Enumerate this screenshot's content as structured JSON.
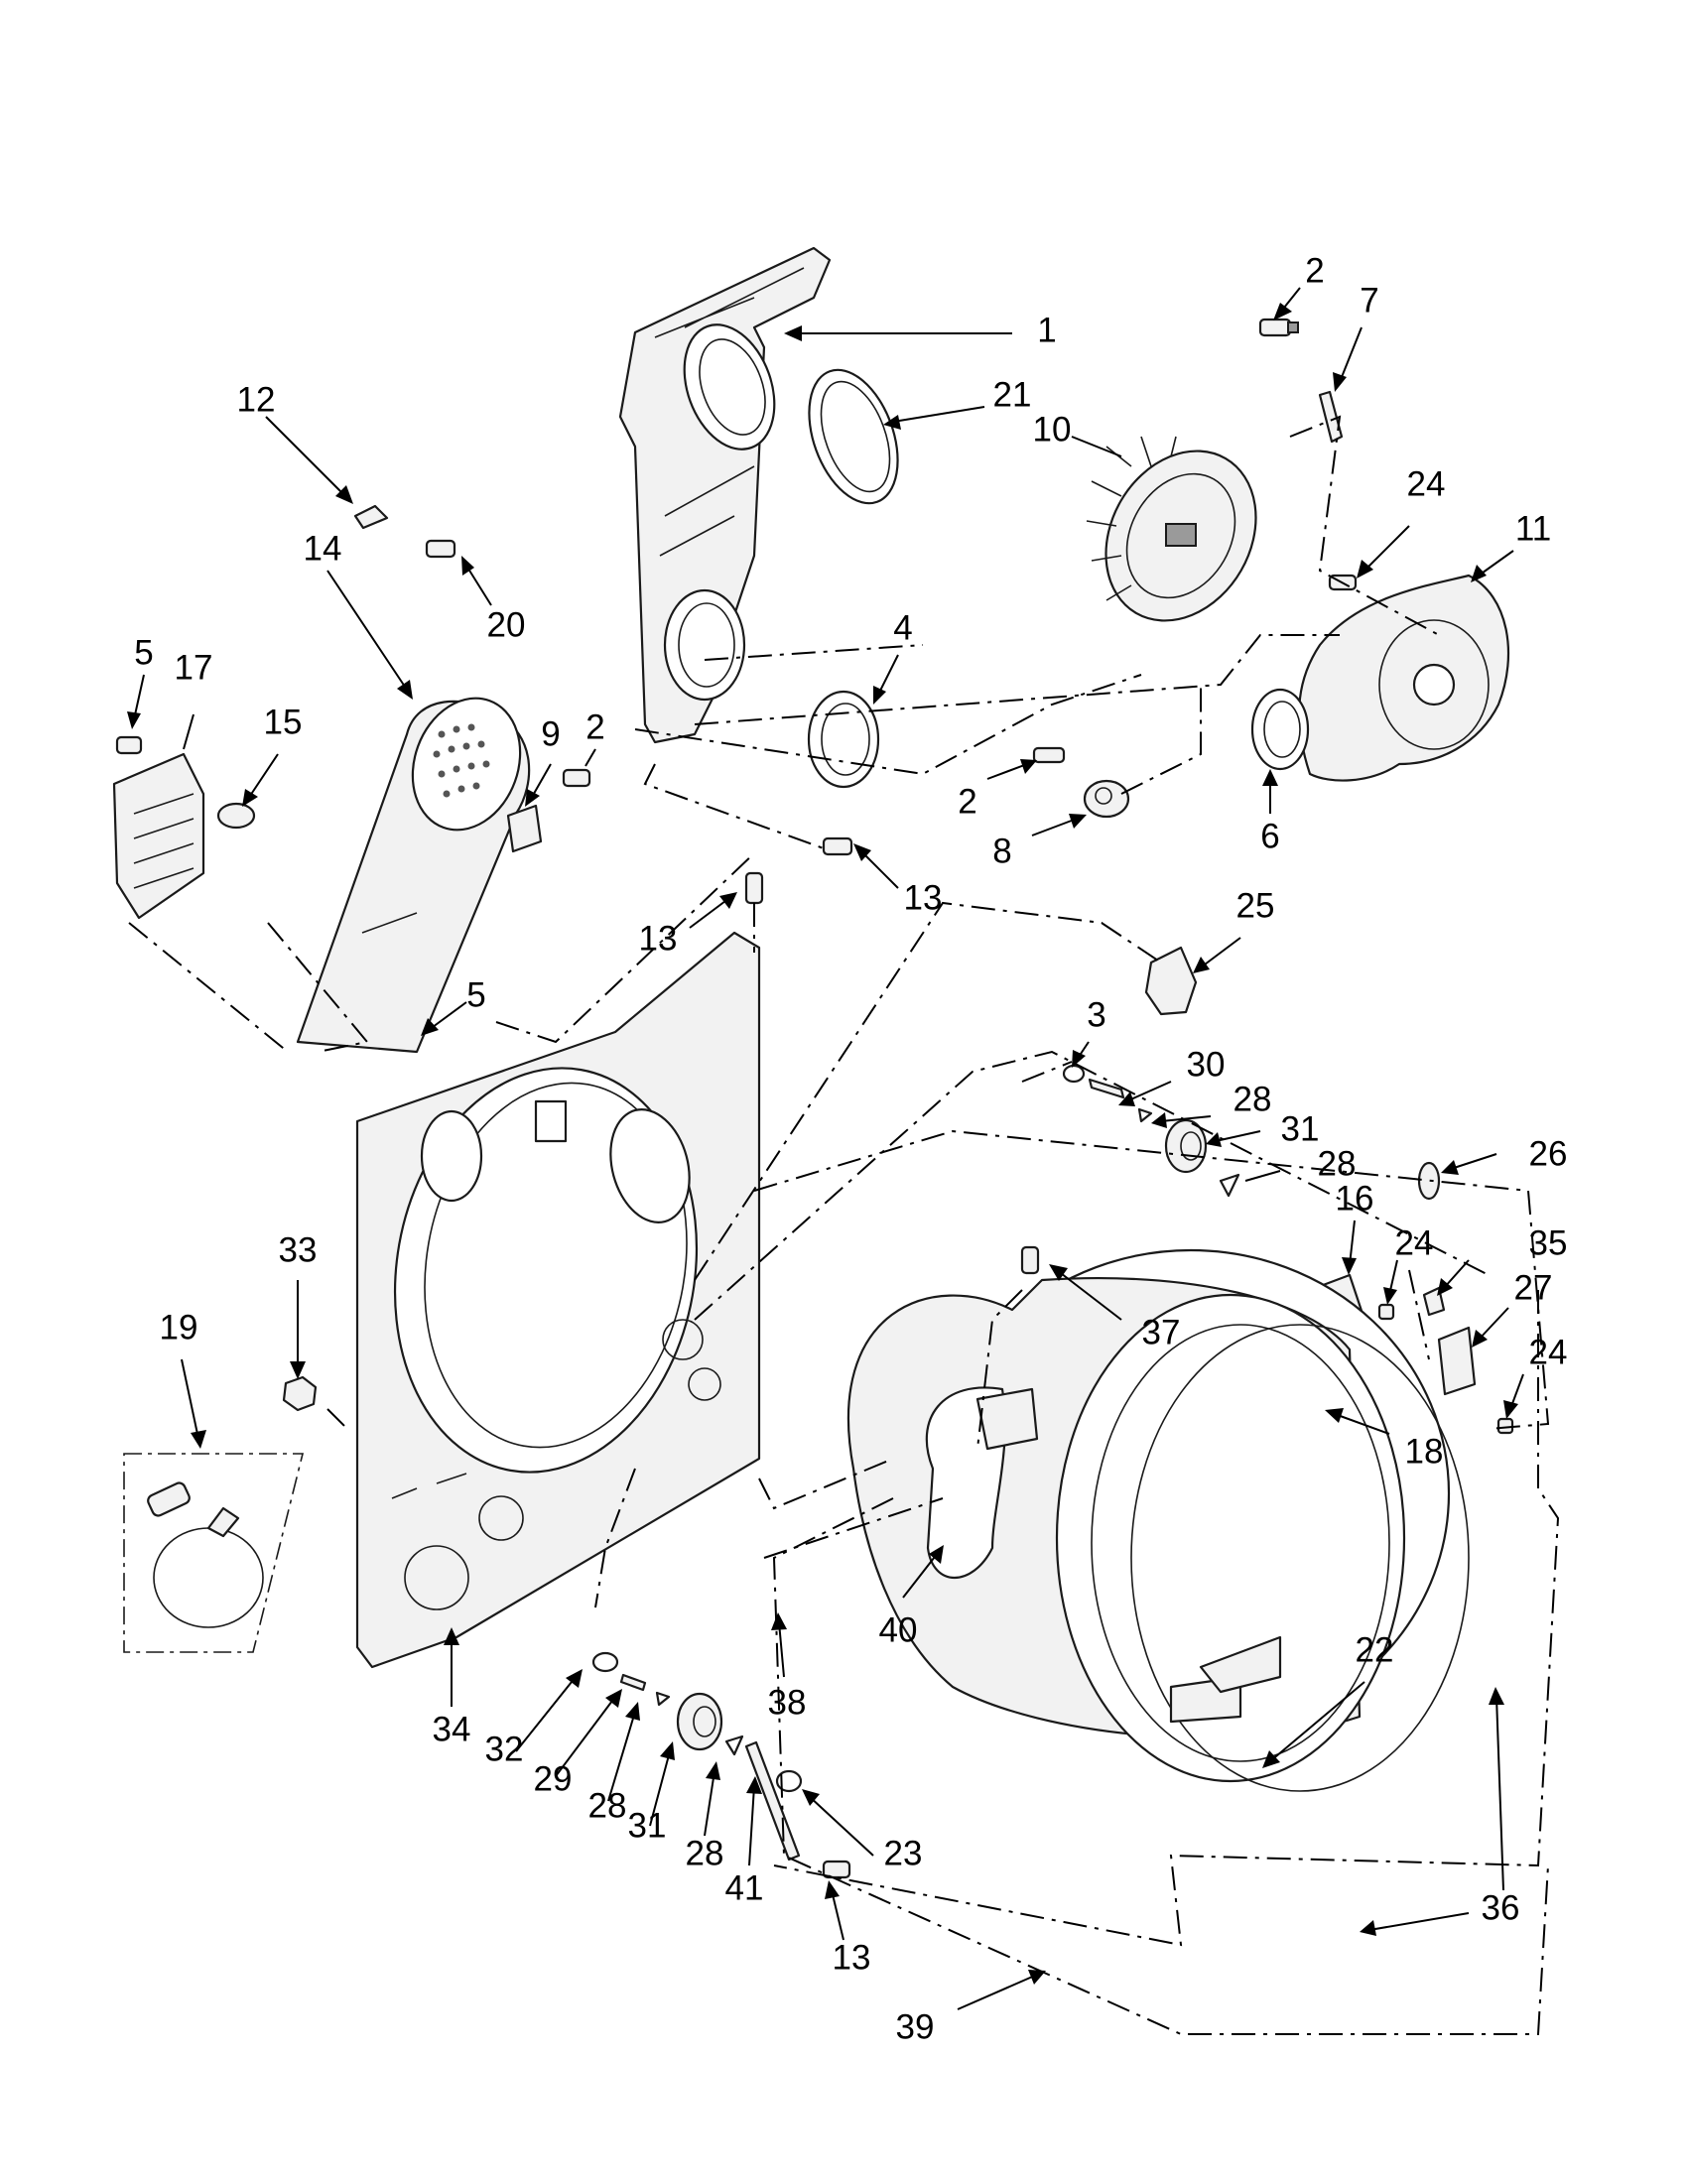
{
  "diagram": {
    "callouts": [
      {
        "id": "c1",
        "text": "1"
      },
      {
        "id": "c21",
        "text": "21"
      },
      {
        "id": "c2a",
        "text": "2"
      },
      {
        "id": "c7",
        "text": "7"
      },
      {
        "id": "c10",
        "text": "10"
      },
      {
        "id": "c24a",
        "text": "24"
      },
      {
        "id": "c11",
        "text": "11"
      },
      {
        "id": "c12",
        "text": "12"
      },
      {
        "id": "c14",
        "text": "14"
      },
      {
        "id": "c20",
        "text": "20"
      },
      {
        "id": "c4",
        "text": "4"
      },
      {
        "id": "c5a",
        "text": "5"
      },
      {
        "id": "c17",
        "text": "17"
      },
      {
        "id": "c15",
        "text": "15"
      },
      {
        "id": "c9",
        "text": "9"
      },
      {
        "id": "c2b",
        "text": "2"
      },
      {
        "id": "c2c",
        "text": "2"
      },
      {
        "id": "c8",
        "text": "8"
      },
      {
        "id": "c6",
        "text": "6"
      },
      {
        "id": "c13a",
        "text": "13"
      },
      {
        "id": "c13b",
        "text": "13"
      },
      {
        "id": "c25",
        "text": "25"
      },
      {
        "id": "c5b",
        "text": "5"
      },
      {
        "id": "c3",
        "text": "3"
      },
      {
        "id": "c30",
        "text": "30"
      },
      {
        "id": "c28a",
        "text": "28"
      },
      {
        "id": "c31a",
        "text": "31"
      },
      {
        "id": "c28b",
        "text": "28"
      },
      {
        "id": "c26",
        "text": "26"
      },
      {
        "id": "c16",
        "text": "16"
      },
      {
        "id": "c24b",
        "text": "24"
      },
      {
        "id": "c35",
        "text": "35"
      },
      {
        "id": "c27",
        "text": "27"
      },
      {
        "id": "c24c",
        "text": "24"
      },
      {
        "id": "c33",
        "text": "33"
      },
      {
        "id": "c37",
        "text": "37"
      },
      {
        "id": "c19",
        "text": "19"
      },
      {
        "id": "c18",
        "text": "18"
      },
      {
        "id": "c40",
        "text": "40"
      },
      {
        "id": "c22",
        "text": "22"
      },
      {
        "id": "c34",
        "text": "34"
      },
      {
        "id": "c38",
        "text": "38"
      },
      {
        "id": "c32",
        "text": "32"
      },
      {
        "id": "c29",
        "text": "29"
      },
      {
        "id": "c28c",
        "text": "28"
      },
      {
        "id": "c31b",
        "text": "31"
      },
      {
        "id": "c28d",
        "text": "28"
      },
      {
        "id": "c41",
        "text": "41"
      },
      {
        "id": "c23",
        "text": "23"
      },
      {
        "id": "c36",
        "text": "36"
      },
      {
        "id": "c13c",
        "text": "13"
      },
      {
        "id": "c39",
        "text": "39"
      }
    ]
  }
}
